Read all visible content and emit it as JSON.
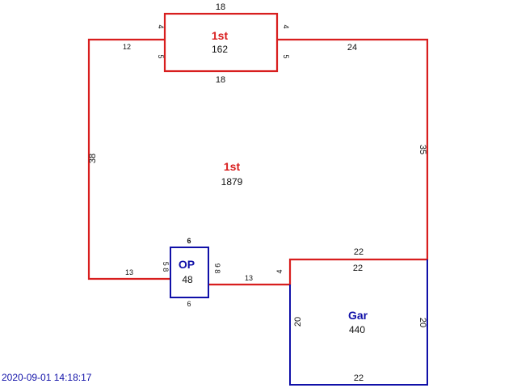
{
  "colors": {
    "living": "#d81e1e",
    "other": "#1010a8",
    "text": "#111111"
  },
  "areas": {
    "upper": {
      "label": "1st",
      "value": "162"
    },
    "main": {
      "label": "1st",
      "value": "1879"
    },
    "porch": {
      "label": "OP",
      "value": "48"
    },
    "garage": {
      "label": "Gar",
      "value": "440"
    }
  },
  "dims": {
    "upper_top": "18",
    "upper_bottom": "18",
    "upper_left_a": "4",
    "upper_left_b": "5",
    "upper_right_a": "4",
    "upper_right_b": "5",
    "top_left_run": "12",
    "top_right_run": "24",
    "left_side": "38",
    "right_side": "35",
    "bottom_left_run": "13",
    "porch_top": "6",
    "porch_bottom": "6",
    "porch_left": "5 8",
    "porch_right": "9 8",
    "bottom_mid_run": "13",
    "step": "4",
    "garage_top_outer": "22",
    "garage_top_inner": "22",
    "garage_left": "20",
    "garage_right": "20",
    "garage_bottom": "22"
  },
  "timestamp": "2020-09-01 14:18:17"
}
